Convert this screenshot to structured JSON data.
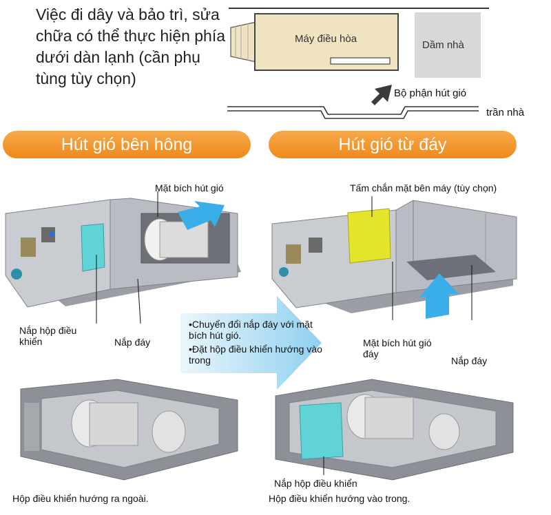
{
  "intro": {
    "text": "Việc đi dây và bảo trì, sửa chữa có thể thực hiện phía dưới dàn lạnh (cần phụ tùng tùy chọn)"
  },
  "top_diagram": {
    "unit_label": "Máy điều hòa",
    "beam_label": "Dầm nhà",
    "intake_label": "Bộ phận hút gió",
    "ceiling_label": "trần nhà"
  },
  "sections": {
    "side": {
      "title": "Hút gió bên hông"
    },
    "bottom": {
      "title": "Hút gió từ đáy"
    }
  },
  "side_labels": {
    "flange": "Mặt bích hút gió",
    "control_cover": "Nắp hộp điều khiển",
    "bottom_cover": "Nắp đáy",
    "caption": "Hộp điều khiển hướng ra ngoài."
  },
  "bottom_labels": {
    "side_panel": "Tấm chắn mặt bên máy (tùy chọn)",
    "flange": "Mặt bích hút gió đáy",
    "bottom_cover": "Nắp đáy",
    "control_cover": "Nắp hộp điều khiển",
    "caption": "Hộp điều khiển hướng vào trong."
  },
  "conversion_notes": [
    "•Chuyển đổi nắp đáy với mặt bích hút gió.",
    "•Đặt hộp điều khiển hướng vào trong"
  ],
  "colors": {
    "orange": "#f39a2e",
    "cyan_panel": "#5fd3d8",
    "yellow_panel": "#e4e42a",
    "arrow_blue": "#3aaee8",
    "big_arrow": "#bfe4f6"
  },
  "icons": {
    "intake_arrow": "arrow-up-right-icon",
    "conversion_arrow": "arrow-right-icon"
  }
}
